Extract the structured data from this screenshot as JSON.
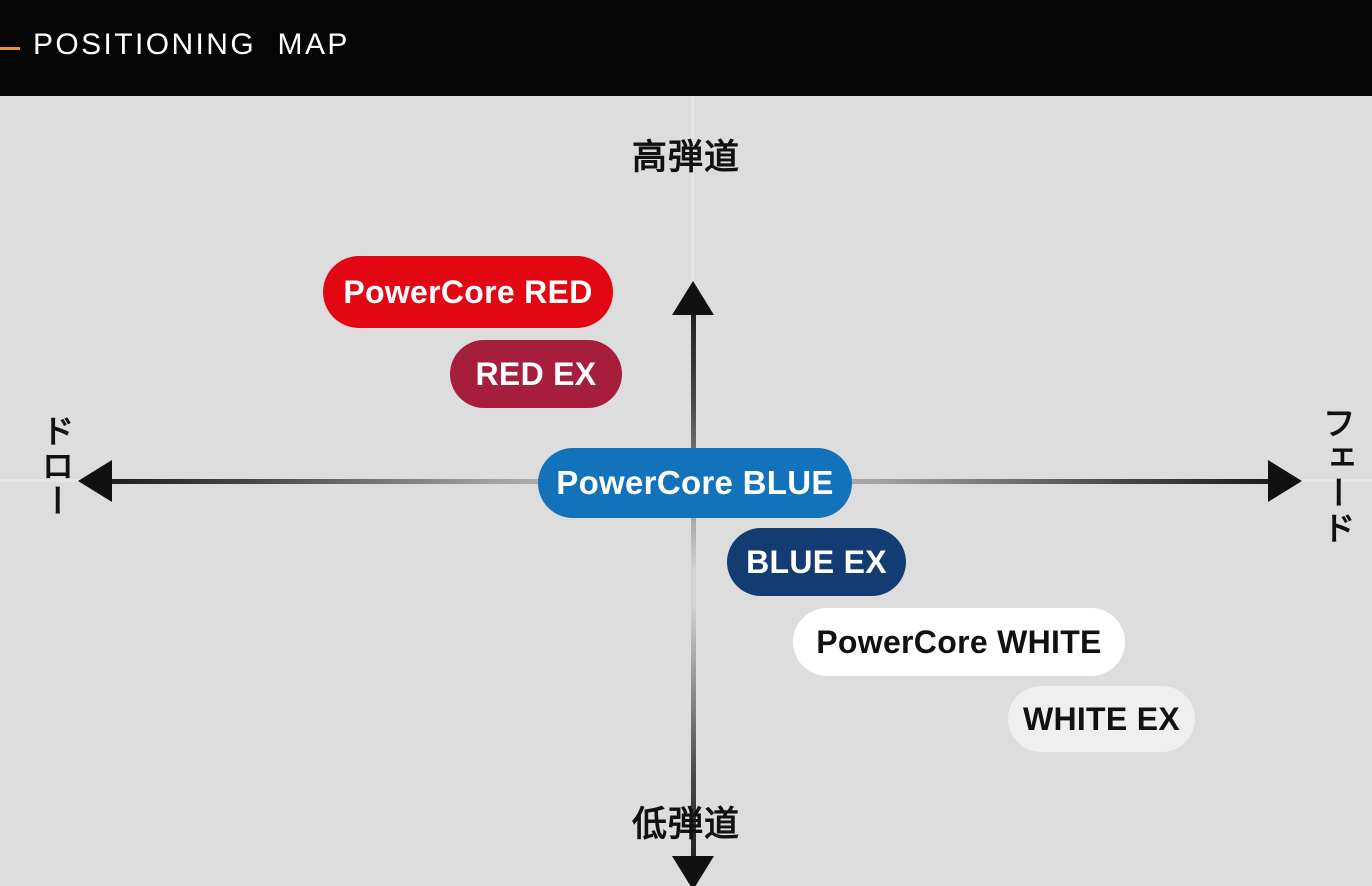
{
  "header": {
    "accent_color": "#E8913A",
    "title": "POSITIONING  MAP",
    "background": "#050505"
  },
  "map": {
    "background": "#DDDDDD",
    "axes": {
      "top_label": "高弾道",
      "bottom_label": "低弾道",
      "left_label": "ドロー",
      "right_label": "フェード"
    },
    "items": [
      {
        "label": "PowerCore RED",
        "fill": "#E30613",
        "text_color": "#FFFFFF",
        "quadrant": "draw-high"
      },
      {
        "label": "RED EX",
        "fill": "#A61E3C",
        "text_color": "#FFFFFF",
        "quadrant": "draw-high"
      },
      {
        "label": "PowerCore BLUE",
        "fill": "#1272BA",
        "text_color": "#FFFFFF",
        "quadrant": "center"
      },
      {
        "label": "BLUE EX",
        "fill": "#123C72",
        "text_color": "#FFFFFF",
        "quadrant": "fade-low"
      },
      {
        "label": "PowerCore WHITE",
        "fill": "#FFFFFF",
        "text_color": "#111111",
        "quadrant": "fade-low"
      },
      {
        "label": "WHITE EX",
        "fill": "#EFEFEF",
        "text_color": "#111111",
        "quadrant": "fade-low"
      }
    ]
  },
  "chart_data": {
    "type": "scatter",
    "title": "POSITIONING  MAP",
    "xlabel": "",
    "ylabel": "",
    "x_axis": {
      "left": "ドロー",
      "right": "フェード"
    },
    "y_axis": {
      "top": "高弾道",
      "bottom": "低弾道"
    },
    "xlim": [
      -1,
      1
    ],
    "ylim": [
      -1,
      1
    ],
    "grid": false,
    "legend": "none",
    "points": [
      {
        "label": "PowerCore RED",
        "x": -0.23,
        "y": 0.53,
        "color": "#E30613"
      },
      {
        "label": "RED EX",
        "x": -0.11,
        "y": 0.32,
        "color": "#A61E3C"
      },
      {
        "label": "PowerCore BLUE",
        "x": 0.0,
        "y": 0.0,
        "color": "#1272BA"
      },
      {
        "label": "BLUE EX",
        "x": 0.2,
        "y": -0.2,
        "color": "#123C72"
      },
      {
        "label": "PowerCore WHITE",
        "x": 0.37,
        "y": -0.4,
        "color": "#FFFFFF"
      },
      {
        "label": "WHITE EX",
        "x": 0.51,
        "y": -0.6,
        "color": "#EFEFEF"
      }
    ]
  }
}
